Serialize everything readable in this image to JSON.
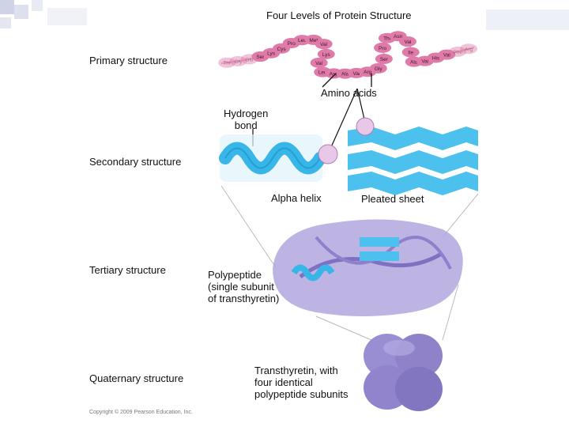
{
  "title": "Four Levels of Protein Structure",
  "levels": {
    "primary": "Primary structure",
    "secondary": "Secondary structure",
    "tertiary": "Tertiary structure",
    "quaternary": "Quaternary structure"
  },
  "callouts": {
    "amino_acids": "Amino acids",
    "hydrogen_bond": "Hydrogen\nbond",
    "alpha_helix": "Alpha helix",
    "pleated_sheet": "Pleated sheet",
    "polypeptide": "Polypeptide\n(single subunit\nof transthyretin)",
    "transthyretin": "Transthyretin, with\nfour identical\npolypeptide subunits"
  },
  "amino_acid_beads": [
    "Thr",
    "Gly",
    "Glu",
    "Ser",
    "Lys",
    "Cys",
    "Pro",
    "Leu",
    "Met",
    "Val",
    "Lys",
    "Val",
    "Leu",
    "Asp",
    "Ala",
    "Val",
    "Arg",
    "Gly",
    "Ser",
    "Pro",
    "Thr",
    "Asn",
    "Val",
    "Ile",
    "Ala",
    "Val",
    "His",
    "Val",
    "Phe",
    "Arg"
  ],
  "copyright": "Copyright © 2009 Pearson Education, Inc.",
  "colors": {
    "bead_pink": "#e07aa8",
    "helix_blue": "#38b6e8",
    "sheet_blue": "#4cc1ee",
    "tertiary_purple": "#a89ad8",
    "quaternary_purple": "#8f82c9"
  }
}
